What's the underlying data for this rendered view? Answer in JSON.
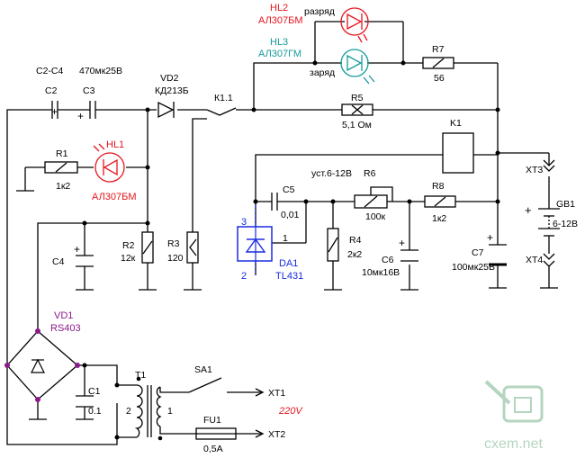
{
  "labels": {
    "caps_note": "C2-C4",
    "caps_rating": "470мк25В",
    "c2": "C2",
    "c3": "C3",
    "vd2": "VD2",
    "vd2_type": "КД213Б",
    "k11": "К1.1",
    "hl2": "HL2",
    "hl2_type": "АЛ307БМ",
    "discharge": "разряд",
    "hl3": "HL3",
    "hl3_type": "АЛ307ГМ",
    "charge": "заряд",
    "r7": "R7",
    "r7_val": "56",
    "r5": "R5",
    "r5_val": "5,1  Ом",
    "k1": "K1",
    "hl1": "HL1",
    "hl1_type": "АЛ307БМ",
    "r1": "R1",
    "r1_val": "1к2",
    "xt3": "XT3",
    "gb1": "GB1",
    "gb1_val": "6-12В",
    "xt4": "XT4",
    "c5": "C5",
    "c5_val": "0,01",
    "ust": "уст.6-12В",
    "r6": "R6",
    "r6_val": "100к",
    "r8": "R8",
    "r8_val": "1к2",
    "pin3": "3",
    "pin1": "1",
    "pin2": "2",
    "da1": "DA1",
    "da1_type": "TL431",
    "r4": "R4",
    "r4_val": "2к2",
    "c6": "C6",
    "c6_val": "10мк16В",
    "c7": "C7",
    "c7_val": "100мк25В",
    "c4": "C4",
    "r2": "R2",
    "r2_val": "12к",
    "r3": "R3",
    "r3_val": "120",
    "vd1": "VD1",
    "vd1_type": "RS403",
    "c1": "C1",
    "c1_val": "0.1",
    "t1": "T1",
    "t1_p": "2",
    "t1_s": "1",
    "sa1": "SA1",
    "xt1": "XT1",
    "voltage": "220V",
    "fu1": "FU1",
    "fu1_val": "0,5A",
    "xt2": "XT2",
    "watermark": "cxem.net"
  }
}
